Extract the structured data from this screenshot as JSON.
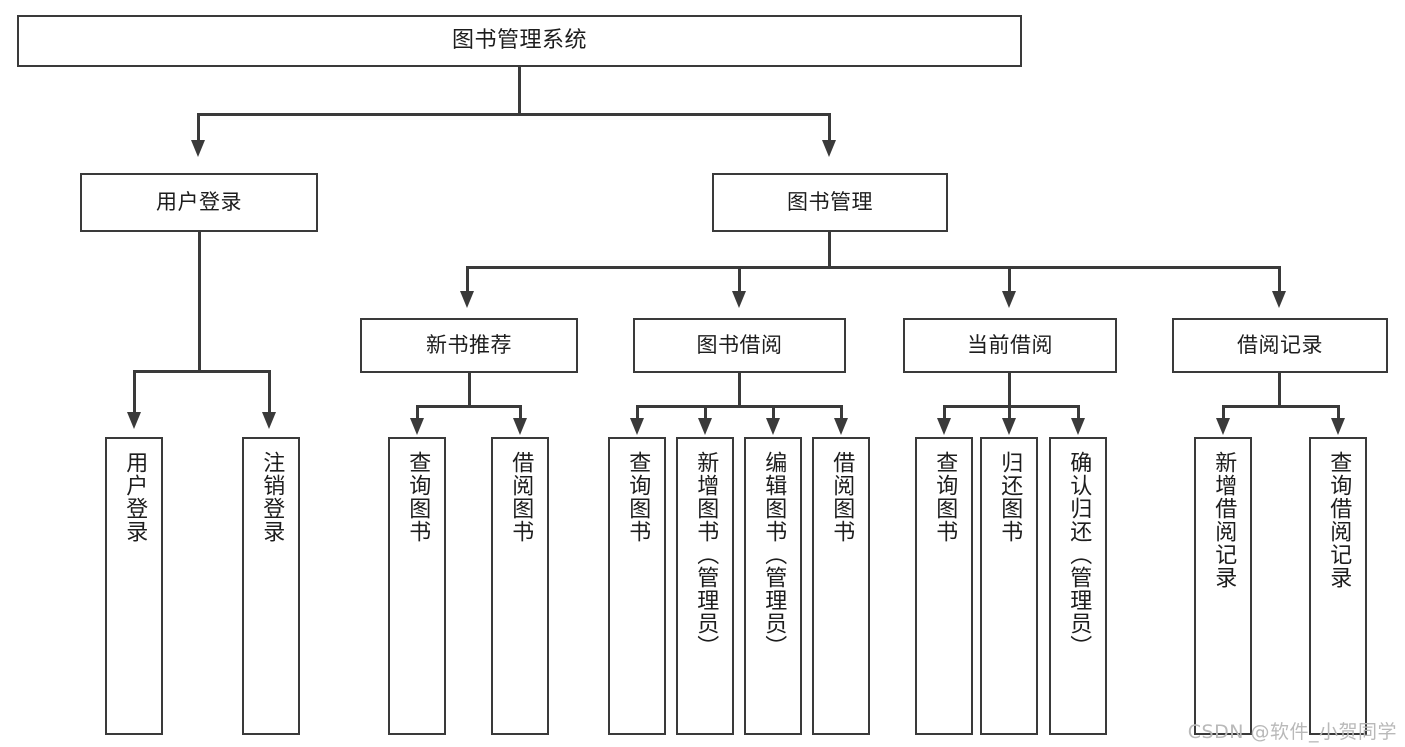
{
  "diagram": {
    "title": "图书管理系统",
    "type": "functional-structure-tree",
    "root": {
      "label": "图书管理系统"
    },
    "level2": [
      {
        "label": "用户登录"
      },
      {
        "label": "图书管理"
      }
    ],
    "level3": [
      {
        "label": "新书推荐"
      },
      {
        "label": "图书借阅"
      },
      {
        "label": "当前借阅"
      },
      {
        "label": "借阅记录"
      }
    ],
    "leaves": [
      {
        "label": "用户登录"
      },
      {
        "label": "注销登录"
      },
      {
        "label": "查询图书"
      },
      {
        "label": "借阅图书"
      },
      {
        "label": "查询图书"
      },
      {
        "label": "新增图书（管理员）"
      },
      {
        "label": "编辑图书（管理员）"
      },
      {
        "label": "借阅图书"
      },
      {
        "label": "查询图书"
      },
      {
        "label": "归还图书"
      },
      {
        "label": "确认归还（管理员）"
      },
      {
        "label": "新增借阅记录"
      },
      {
        "label": "查询借阅记录"
      }
    ],
    "colors": {
      "stroke": "#3a3a3a",
      "fill": "#ffffff",
      "text": "#1d1d1d",
      "watermark": "#b9b9b9"
    }
  },
  "watermark": {
    "text": "CSDN @软件_小贺同学"
  }
}
